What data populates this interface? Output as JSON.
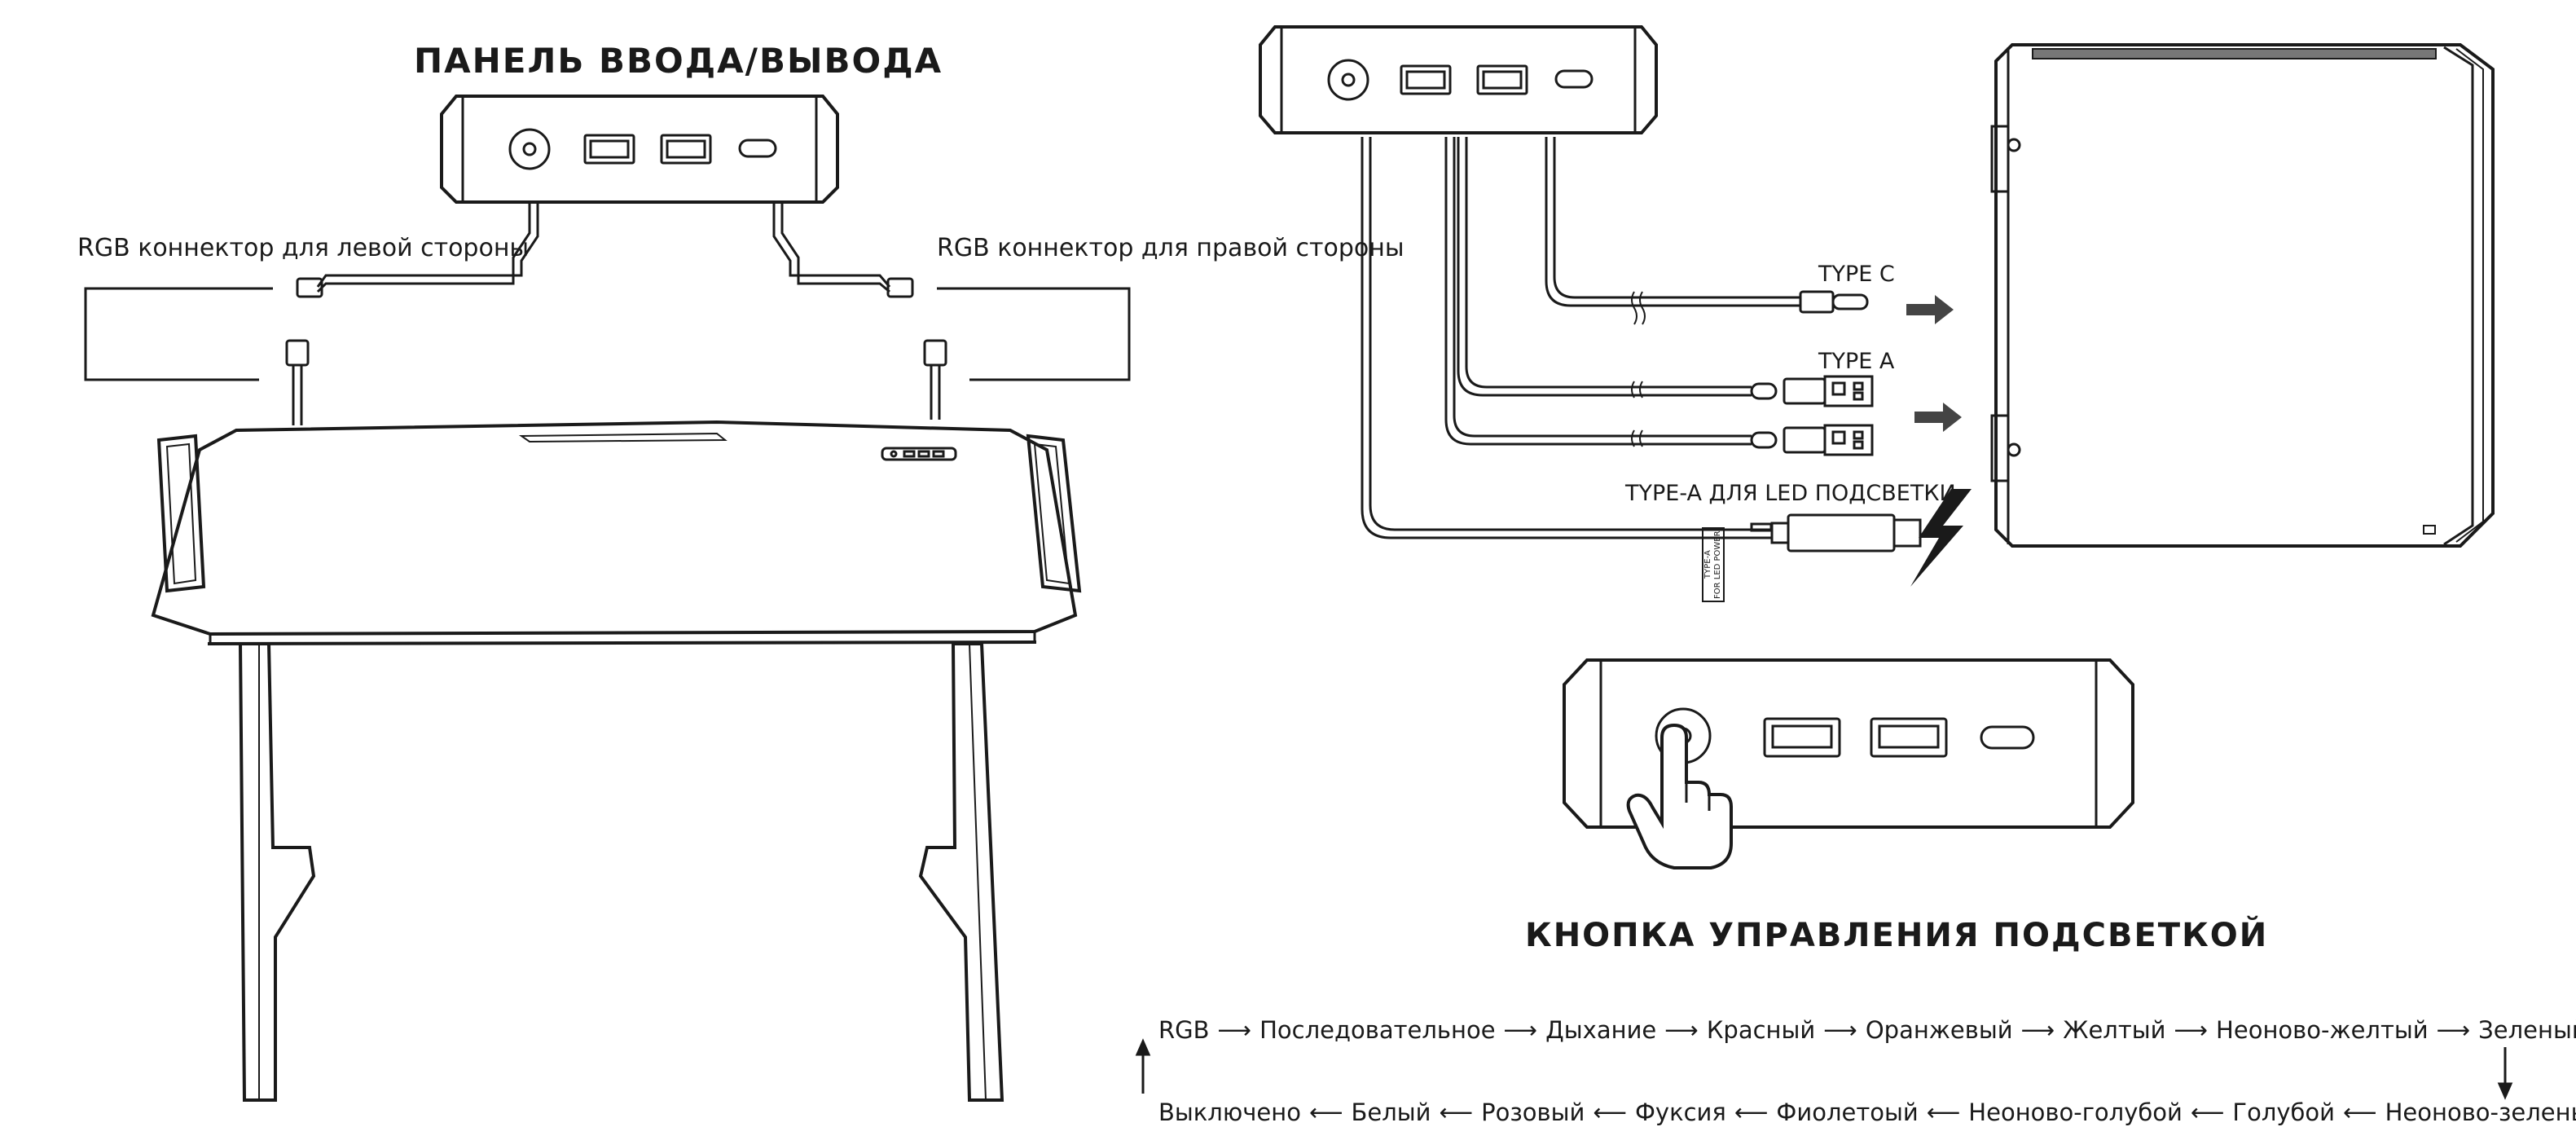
{
  "io_panel": {
    "title": "ПАНЕЛЬ ВВОДА/ВЫВОДА",
    "left_rgb_label": "RGB коннектор для левой стороны",
    "right_rgb_label": "RGB коннектор для правой стороны"
  },
  "cables": {
    "type_c": "TYPE C",
    "type_a": "TYPE A",
    "type_a_led": "TYPE-A ДЛЯ LED ПОДСВЕТКИ",
    "tag_line1": "TYPE-A",
    "tag_line2": "FOR LED POWER"
  },
  "control": {
    "title": "КНОПКА УПРАВЛЕНИЯ ПОДСВЕТКОЙ"
  },
  "sequence": {
    "top_row": [
      "RGB",
      "Последовательное",
      "Дыхание",
      "Красный",
      "Оранжевый",
      "Желтый",
      "Неоново-желтый",
      "Зеленый"
    ],
    "bottom_row": [
      "Выключено",
      "Белый",
      "Розовый",
      "Фуксия",
      "Фиолетоый",
      "Неоново-голубой",
      "Голубой",
      "Неоново-зеленый"
    ],
    "arrow_right": "⟶",
    "arrow_left": "⟵"
  },
  "icons": [
    "light-button-icon",
    "usb-a-port-icon",
    "usb-c-port-icon",
    "hand-pointer-icon",
    "lightning-icon",
    "arrow-right-icon"
  ],
  "colors": {
    "line": "#1a1a1a",
    "arrow": "#333333",
    "fill_dark": "#555555"
  }
}
